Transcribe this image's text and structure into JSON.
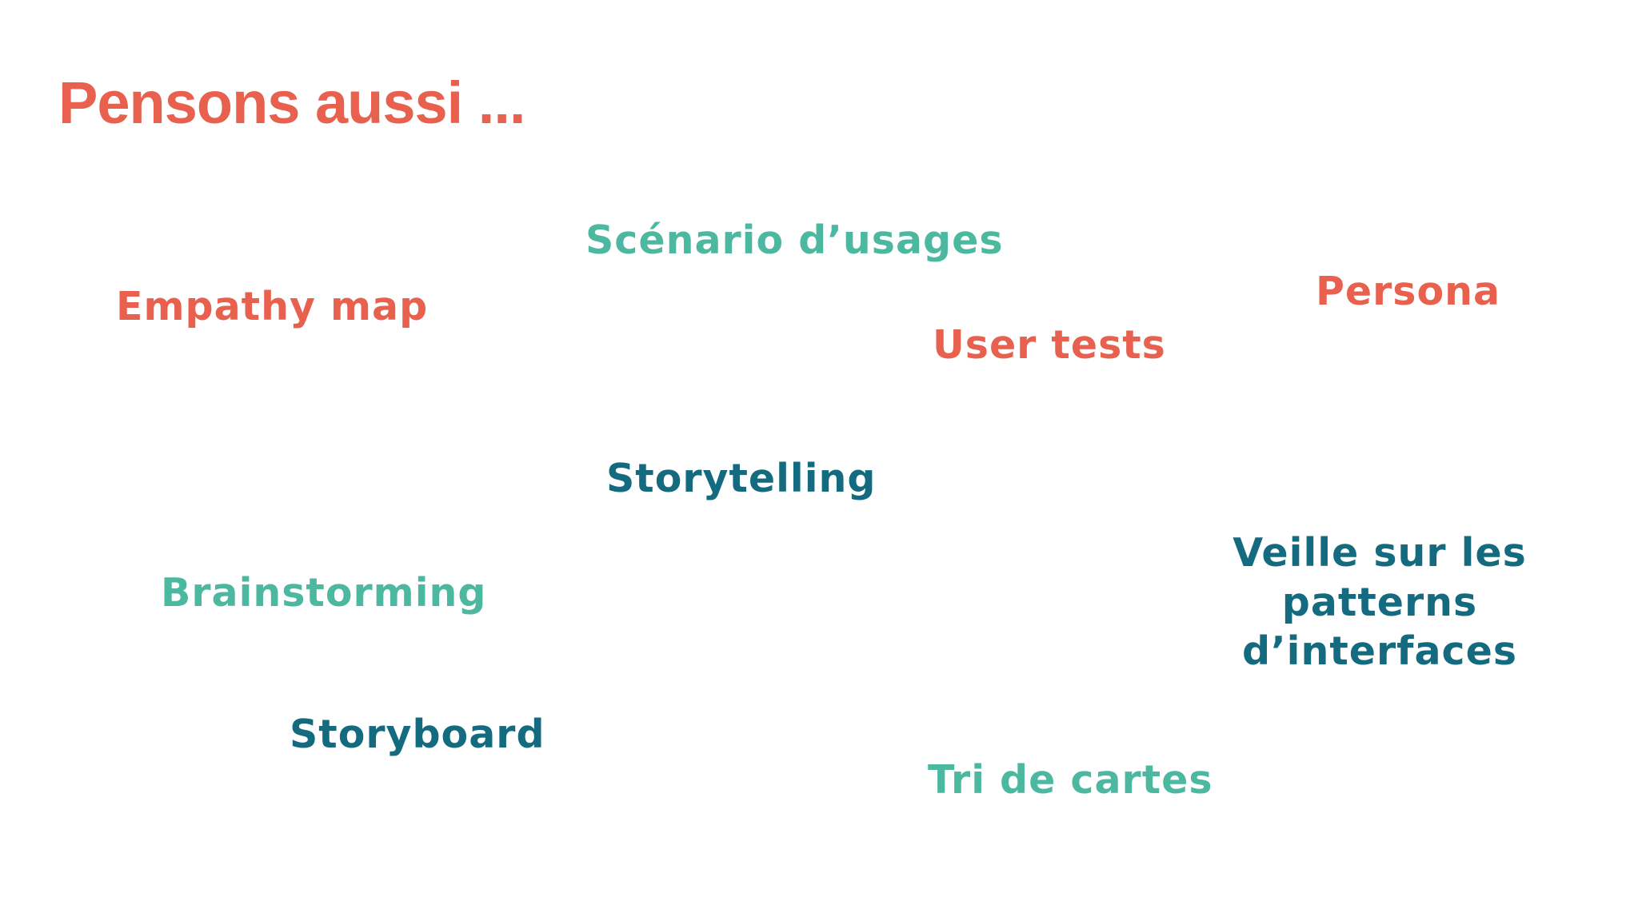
{
  "slide": {
    "title": "Pensons aussi ...",
    "colors": {
      "coral": "#E8604E",
      "teal": "#4DB8A0",
      "navy": "#146A7E",
      "background": "#FFFFFF"
    },
    "terms": {
      "scenario": "Scénario d’usages",
      "empathy_map": "Empathy map",
      "persona": "Persona",
      "user_tests": "User tests",
      "storytelling": "Storytelling",
      "brainstorming": "Brainstorming",
      "veille_line1": "Veille sur les",
      "veille_line2": "patterns",
      "veille_line3": "d’interfaces",
      "storyboard": "Storyboard",
      "tri_de_cartes": "Tri de cartes"
    }
  }
}
